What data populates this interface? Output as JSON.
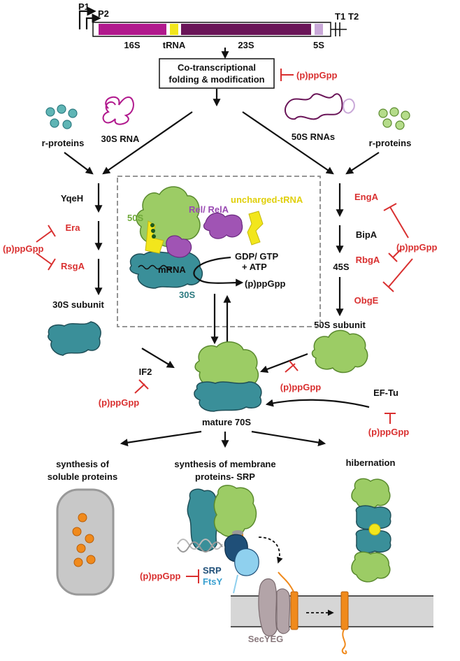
{
  "operon": {
    "promoter1": "P1",
    "promoter2": "P2",
    "gene_16s": "16S",
    "gene_trna": "tRNA",
    "gene_23s": "23S",
    "gene_5s": "5S",
    "terminator1": "T1",
    "terminator2": "T2"
  },
  "cotranscription": {
    "line1": "Co-transcriptional",
    "line2": "folding & modification"
  },
  "inhibitor": "(p)ppGpp",
  "left_pathway": {
    "r_proteins": "r-proteins",
    "rna_label": "30S RNA",
    "factor_yqeh": "YqeH",
    "factor_era": "Era",
    "factor_rsga": "RsgA",
    "subunit": "30S subunit",
    "factor_if2": "IF2"
  },
  "right_pathway": {
    "r_proteins": "r-proteins",
    "rna_label": "50S RNAs",
    "factor_enga": "EngA",
    "factor_bipa": "BipA",
    "intermediate": "45S",
    "factor_rbga": "RbgA",
    "factor_obge": "ObgE",
    "subunit": "50S subunit",
    "factor_eftu": "EF-Tu"
  },
  "stringent_box": {
    "label_50s": "50S",
    "label_30s": "30S",
    "label_mrna": "mRNA",
    "label_rel": "Rel/ RelA",
    "label_trna": "uncharged-tRNA",
    "substrate_line1": "GDP/ GTP",
    "substrate_line2": "+ ATP",
    "product": "(p)ppGpp"
  },
  "center": {
    "mature": "mature 70S"
  },
  "outcomes": {
    "soluble_line1": "synthesis of",
    "soluble_line2": "soluble proteins",
    "membrane_line1": "synthesis of membrane",
    "membrane_line2": "proteins- SRP",
    "hibernation": "hibernation",
    "srp": "SRP",
    "ftsy": "FtsY",
    "secyeg": "SecYEG"
  },
  "colors": {
    "inhibition": "#d93030",
    "rrna_16s": "#b1198d",
    "rrna_23s": "#6a1558",
    "trna_gene": "#f2e61c",
    "rrna_5s": "#c9a8d8",
    "subunit_50s": "#9ccc65",
    "subunit_30s": "#3a8f99",
    "rel_rela": "#a054b4",
    "srp": "#1f4f78",
    "ftsy": "#8fd0ee",
    "secyeg": "#b3a4a8",
    "nascent_chain": "#f08a1c"
  }
}
